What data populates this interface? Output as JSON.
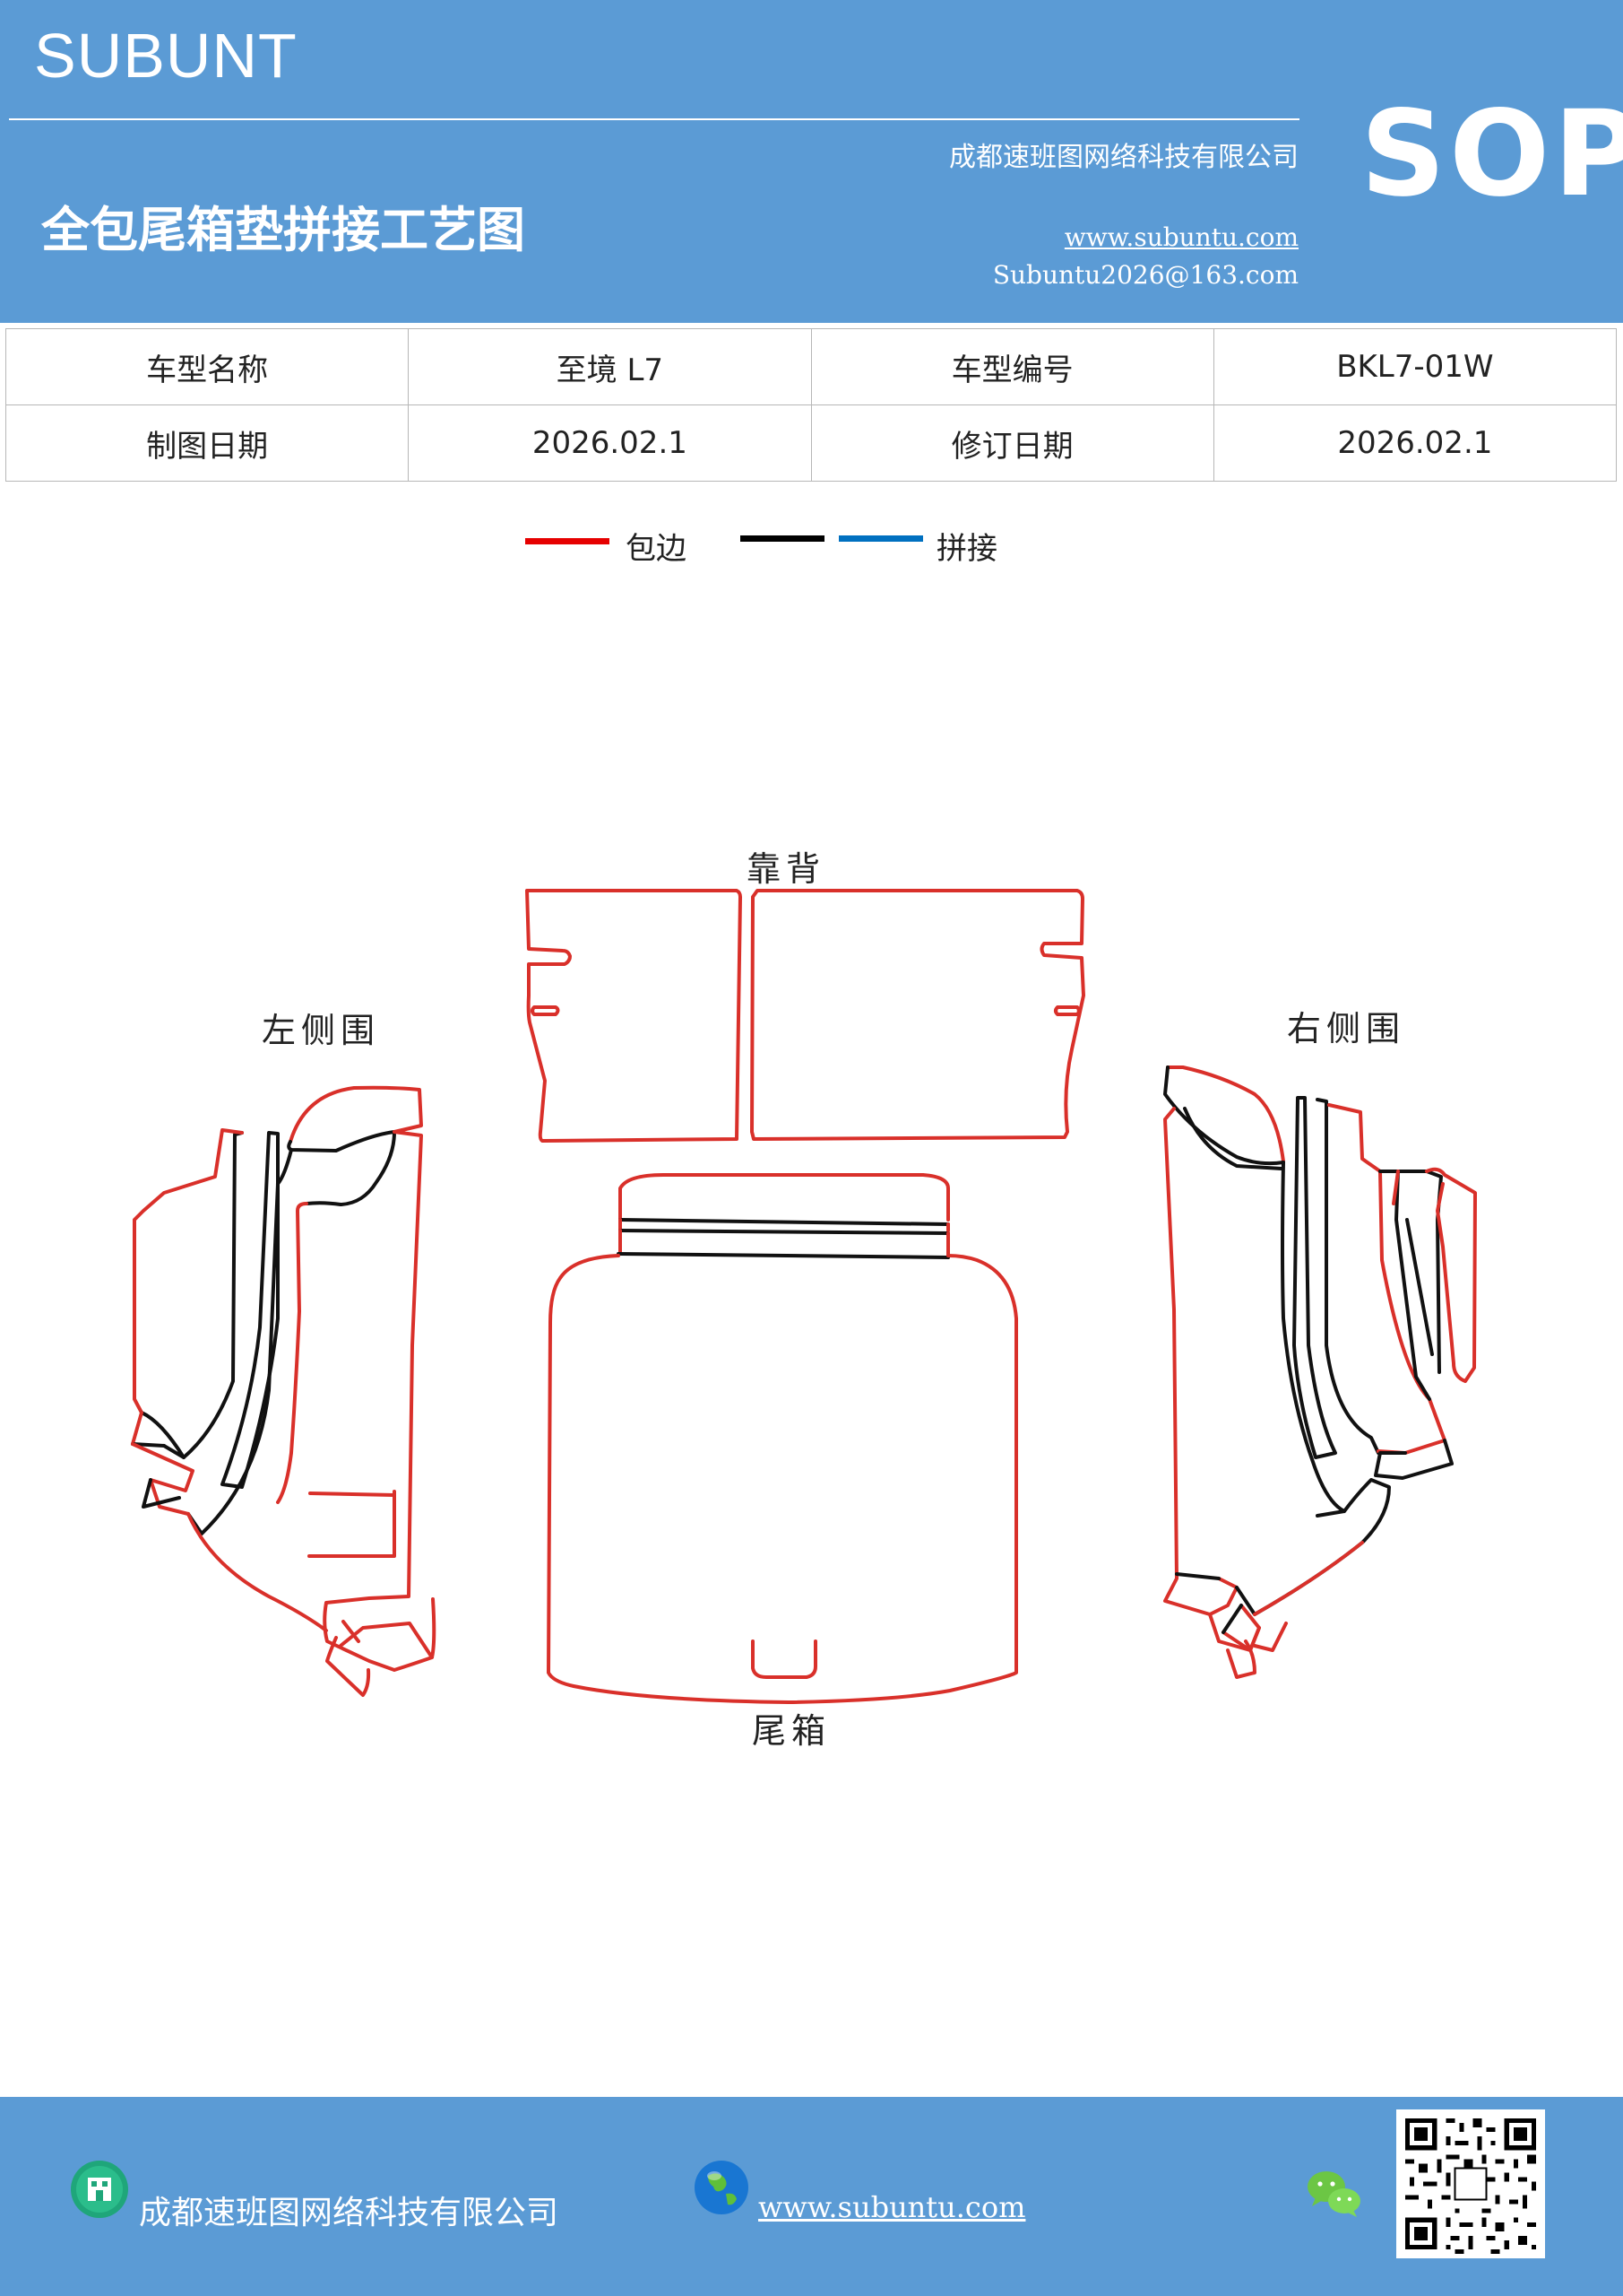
{
  "header": {
    "brand": "SUBUNT",
    "company": "成都速班图网络科技有限公司",
    "title": "全包尾箱垫拼接工艺图",
    "website": "www.subuntu.com",
    "email": "Subuntu2026@163.com",
    "badge": "SOP"
  },
  "info_table": {
    "rows": [
      {
        "label1": "车型名称",
        "value1": "至境 L7",
        "label2": "车型编号",
        "value2": "BKL7-01W"
      },
      {
        "label1": "制图日期",
        "value1": "2026.02.1",
        "label2": "修订日期",
        "value2": "2026.02.1"
      }
    ]
  },
  "legend": {
    "wrap_label": "包边",
    "wrap_color": "#e60000",
    "splice_label": "拼接",
    "splice_colors": [
      "#000000",
      "#0070c0"
    ]
  },
  "diagram": {
    "labels": {
      "backrest": "靠背",
      "left_side": "左侧围",
      "right_side": "右侧围",
      "trunk": "尾箱"
    },
    "outline_color": "#d9302a",
    "splice_color": "#111111"
  },
  "footer": {
    "company": "成都速班图网络科技有限公司",
    "website": "www.subuntu.com",
    "icons": [
      "building-icon",
      "globe-icon",
      "wechat-icon",
      "qr-code"
    ]
  }
}
